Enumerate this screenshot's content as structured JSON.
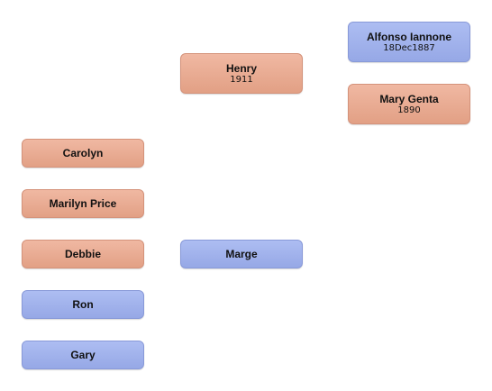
{
  "people": {
    "alfonso": {
      "name": "Alfonso Iannone",
      "date": "18Dec1887",
      "sex": "male"
    },
    "mary": {
      "name": "Mary Genta",
      "date": "1890",
      "sex": "female"
    },
    "henry": {
      "name": "Henry",
      "date": "1911",
      "sex": "female"
    },
    "marge": {
      "name": "Marge",
      "sex": "male"
    },
    "carolyn": {
      "name": "Carolyn",
      "sex": "female"
    },
    "marilyn": {
      "name": "Marilyn Price",
      "sex": "female"
    },
    "debbie": {
      "name": "Debbie",
      "sex": "female"
    },
    "ron": {
      "name": "Ron",
      "sex": "male"
    },
    "gary": {
      "name": "Gary",
      "sex": "male"
    }
  },
  "colors": {
    "female_fill": "#e8a88e",
    "male_fill": "#a2b3ee"
  }
}
